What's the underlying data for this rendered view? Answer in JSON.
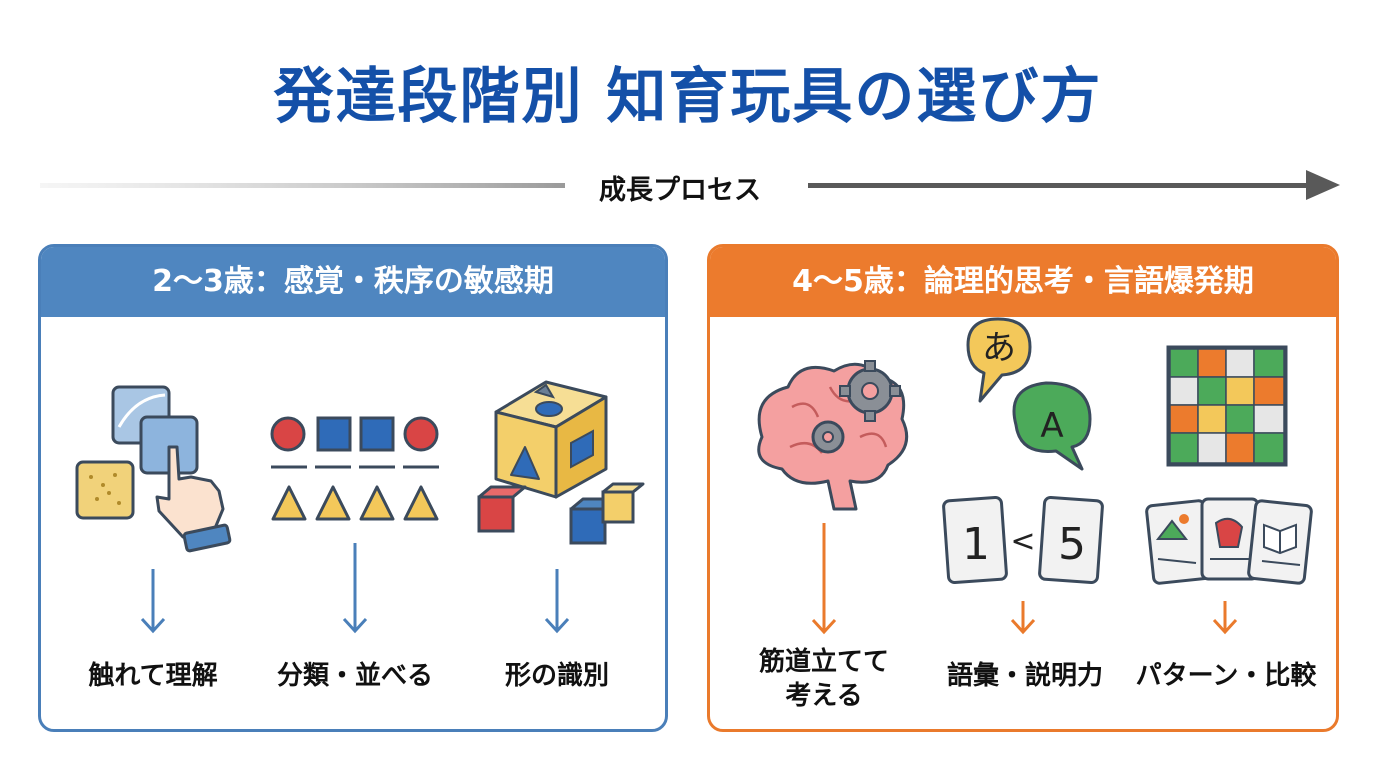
{
  "title": "発達段階別 知育玩具の選び方",
  "growth_label": "成長プロセス",
  "colors": {
    "title": "#1450a8",
    "blue": "#4f86c0",
    "orange": "#ec7b2d"
  },
  "panels": [
    {
      "header": "2〜3歳：感覚・秩序の敏感期",
      "items": [
        {
          "icon": "touch-texture-icon",
          "caption": "触れて理解"
        },
        {
          "icon": "sorting-shapes-icon",
          "caption": "分類・並べる"
        },
        {
          "icon": "shape-sorter-box-icon",
          "caption": "形の識別"
        }
      ]
    },
    {
      "header": "4〜5歳：論理的思考・言語爆発期",
      "items": [
        {
          "icon": "brain-gears-icon",
          "caption": "筋道立てて考える"
        },
        {
          "icon": "speech-bubbles-number-cards-icon",
          "caption": "語彙・説明力"
        },
        {
          "icon": "puzzle-picture-cards-icon",
          "caption": "パターン・比較"
        }
      ]
    }
  ],
  "icon_text": {
    "hiragana": "あ",
    "latin": "A",
    "card_left": "1",
    "compare": "<",
    "card_right": "5"
  }
}
